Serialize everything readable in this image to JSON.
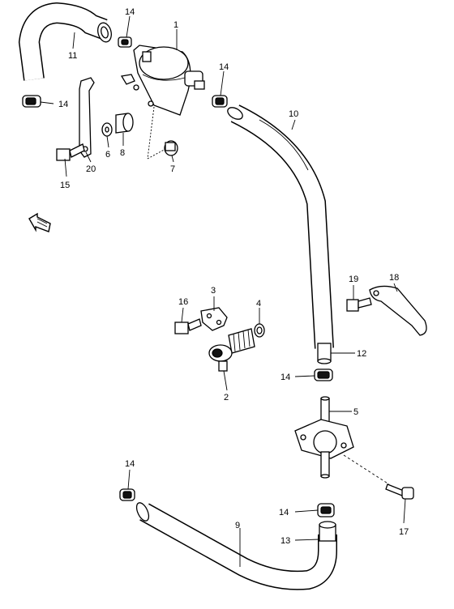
{
  "callouts": [
    {
      "id": "c1",
      "text": "1"
    },
    {
      "id": "c2",
      "text": "2"
    },
    {
      "id": "c3",
      "text": "3"
    },
    {
      "id": "c4",
      "text": "4"
    },
    {
      "id": "c5",
      "text": "5"
    },
    {
      "id": "c6",
      "text": "6"
    },
    {
      "id": "c7",
      "text": "7"
    },
    {
      "id": "c8",
      "text": "8"
    },
    {
      "id": "c9",
      "text": "9"
    },
    {
      "id": "c10",
      "text": "10"
    },
    {
      "id": "c11",
      "text": "11"
    },
    {
      "id": "c12",
      "text": "12"
    },
    {
      "id": "c13",
      "text": "13"
    },
    {
      "id": "c14a",
      "text": "14"
    },
    {
      "id": "c14b",
      "text": "14"
    },
    {
      "id": "c14c",
      "text": "14"
    },
    {
      "id": "c14d",
      "text": "14"
    },
    {
      "id": "c14e",
      "text": "14"
    },
    {
      "id": "c14f",
      "text": "14"
    },
    {
      "id": "c15",
      "text": "15"
    },
    {
      "id": "c16",
      "text": "16"
    },
    {
      "id": "c17",
      "text": "17"
    },
    {
      "id": "c18",
      "text": "18"
    },
    {
      "id": "c19",
      "text": "19"
    },
    {
      "id": "c20",
      "text": "20"
    }
  ],
  "icons": {
    "direction_arrow": "front-direction-arrow-icon"
  },
  "colors": {
    "line": "#000000",
    "background": "#ffffff"
  }
}
